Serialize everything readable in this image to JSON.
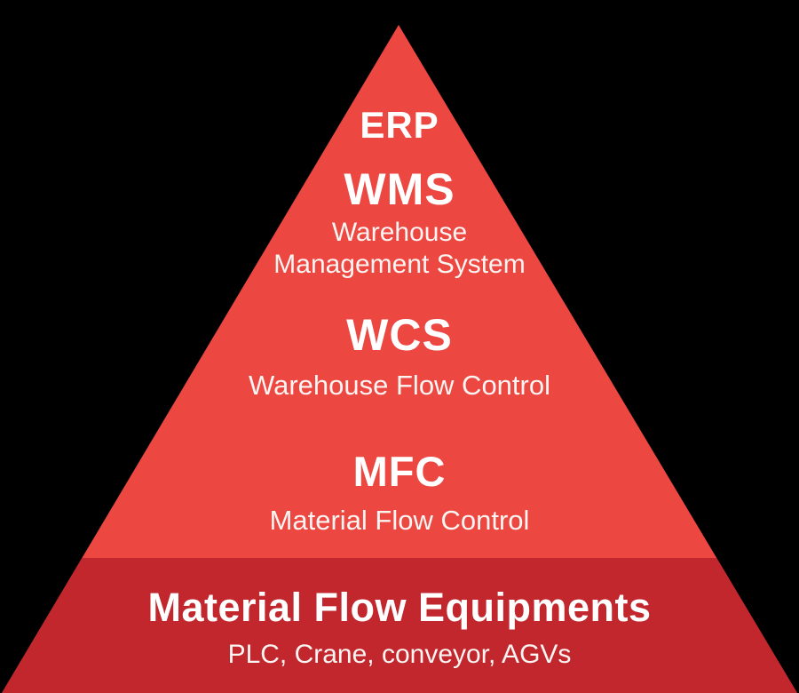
{
  "background_color": "#000000",
  "diagram": {
    "type": "pyramid",
    "body_color": "#EC4740",
    "base_band_color": "#C1272C",
    "text_color": "#FFFFFF",
    "levels": [
      {
        "abbr": "ERP",
        "desc1": "",
        "desc2": ""
      },
      {
        "abbr": "WMS",
        "desc1": "Warehouse",
        "desc2": "Management System"
      },
      {
        "abbr": "WCS",
        "desc1": "Warehouse Flow Control",
        "desc2": ""
      },
      {
        "abbr": "MFC",
        "desc1": "Material Flow Control",
        "desc2": ""
      },
      {
        "abbr": "Material Flow Equipments",
        "desc1": "PLC, Crane, conveyor, AGVs",
        "desc2": ""
      }
    ]
  }
}
